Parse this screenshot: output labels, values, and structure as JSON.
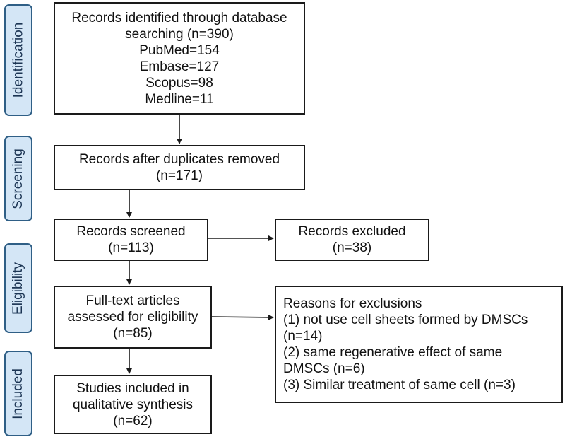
{
  "stages": [
    {
      "id": "identification",
      "label": "Identification"
    },
    {
      "id": "screening",
      "label": "Screening"
    },
    {
      "id": "eligibility",
      "label": "Eligibility"
    },
    {
      "id": "included",
      "label": "Included"
    }
  ],
  "boxes": {
    "identified": [
      "Records identified through database",
      "searching (n=390)",
      "PubMed=154",
      "Embase=127",
      "Scopus=98",
      "Medline=11"
    ],
    "deduplicated": [
      "Records after duplicates removed",
      "(n=171)"
    ],
    "screened": [
      "Records screened",
      "(n=113)"
    ],
    "excluded": [
      "Records excluded",
      "(n=38)"
    ],
    "fulltext": [
      "Full-text articles",
      "assessed for eligibility",
      "(n=85)"
    ],
    "reasons": [
      "Reasons for exclusions",
      "(1) not use cell sheets formed by DMSCs",
      "(n=14)",
      "(2) same regenerative effect of same",
      "DMSCs (n=6)",
      "(3) Similar treatment of same cell (n=3)"
    ],
    "included": [
      "Studies included in",
      "qualitative synthesis",
      "(n=62)"
    ]
  }
}
